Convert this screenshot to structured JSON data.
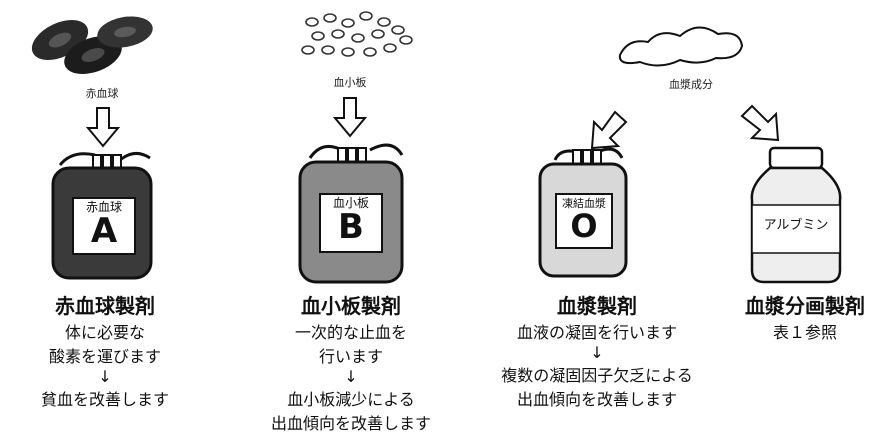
{
  "products": [
    {
      "id": "red-cell",
      "title": "赤血球製剤",
      "source_label": "赤血球",
      "bag_label": "赤血球",
      "bag_letter": "A",
      "lines": [
        "体に必要な",
        "酸素を運びます",
        "↓",
        "貧血を改善します"
      ]
    },
    {
      "id": "platelet",
      "title": "血小板製剤",
      "source_label": "血小板",
      "bag_label": "血小板",
      "bag_letter": "B",
      "lines": [
        "一次的な止血を",
        "行います",
        "↓",
        "血小板減少による",
        "出血傾向を改善します"
      ]
    },
    {
      "id": "plasma",
      "title": "血漿製剤",
      "source_label": "血漿成分",
      "bag_label": "凍結血漿",
      "bag_letter": "O",
      "lines": [
        "血液の凝固を行います",
        "↓",
        "複数の凝固因子欠乏による",
        "出血傾向を改善します"
      ]
    },
    {
      "id": "fraction",
      "title": "血漿分画製剤",
      "bottle_label": "アルブミン",
      "lines": [
        "表１参照"
      ]
    }
  ],
  "colors": {
    "ink": "#111111",
    "bag_red": "#3a3a3a",
    "bag_platelet": "#8a8a8a",
    "bag_plasma": "#d8d8d8",
    "bottle": "#eeeeee"
  }
}
